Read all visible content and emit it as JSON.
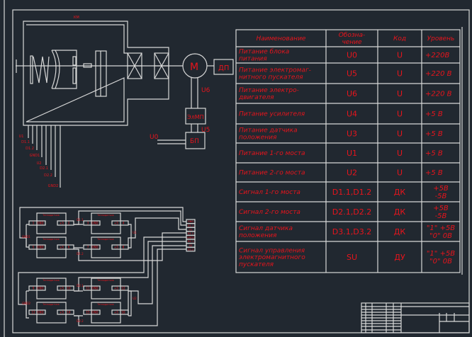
{
  "colors": {
    "background": "#212830",
    "lines": "#d8d8d8",
    "text": "#e8141c"
  },
  "mechanism": {
    "km_label": "КМ",
    "motor_label": "М",
    "sensor_label": "ДП",
    "starter_label": "ЭлМП",
    "psu_label": "БП",
    "u6": "U6",
    "u5": "U5",
    "u0": "U0",
    "wire_labels": [
      "U1",
      "D1.1",
      "D1.2",
      "GND1",
      "U2",
      "D2.1",
      "D2.2",
      "GND2"
    ]
  },
  "table": {
    "headers": [
      "Наименование",
      "Обозна-\nчение",
      "Код",
      "Уровень"
    ],
    "rows": [
      {
        "name": "Питание блока\nпитания",
        "designation": "U0",
        "code": "U",
        "level": "+220В"
      },
      {
        "name": "Питание электромаг-\nнитного пускателя",
        "designation": "U5",
        "code": "U",
        "level": "+220 В"
      },
      {
        "name": "Питание электро-\nдвигателя",
        "designation": "U6",
        "code": "U",
        "level": "+220 В"
      },
      {
        "name": "Питание усилителя",
        "designation": "U4",
        "code": "U",
        "level": "+5 В"
      },
      {
        "name": "Питание датчика\nположения",
        "designation": "U3",
        "code": "U",
        "level": "+5 В"
      },
      {
        "name": "Питание 1-го моста",
        "designation": "U1",
        "code": "U",
        "level": "+5 В"
      },
      {
        "name": "Питание 2-го моста",
        "designation": "U2",
        "code": "U",
        "level": "+5 В"
      },
      {
        "name": "Сигнал 1-го моста",
        "designation": "D1.1,D1.2",
        "code": "ДК",
        "level": "+5В\n-5В"
      },
      {
        "name": "Сигнал 2-го моста",
        "designation": "D2.1,D2.2",
        "code": "ДК",
        "level": "+5В\n-5В"
      },
      {
        "name": "Сигнал датчика\nположения",
        "designation": "D3.1,D3.2",
        "code": "ДК",
        "level": "\"1\" +5В\n\"0\"  0В"
      },
      {
        "name": "Сигнал управления\nэлектромагнитного\nпускателя",
        "designation": "SU",
        "code": "ДУ",
        "level": "\"1\" +5В\n\"0\"  0В"
      }
    ]
  },
  "bridges": {
    "block_label": "Тензодатчик",
    "pins": [
      [
        "1",
        "GND",
        "+5",
        "2"
      ],
      [
        "3",
        "GND",
        "+5",
        "4"
      ],
      [
        "5",
        "GND",
        "+5",
        "6"
      ],
      [
        "7",
        "GND",
        "+5",
        "8"
      ],
      [
        "9",
        "GND",
        "+5",
        "10"
      ],
      [
        "11",
        "GND",
        "+5",
        "12"
      ],
      [
        "13",
        "GND",
        "+5",
        "14"
      ],
      [
        "15",
        "GND",
        "+5",
        "16"
      ]
    ],
    "net_labels": [
      "D1.1",
      "U1",
      "GND1",
      "D1.2",
      "D2.1",
      "U2",
      "GND2",
      "D2.2"
    ],
    "connector_pins": [
      "GND",
      "D1.1",
      "U1",
      "D1.2",
      "GND2",
      "D2.1",
      "U2",
      "D2.2"
    ]
  }
}
